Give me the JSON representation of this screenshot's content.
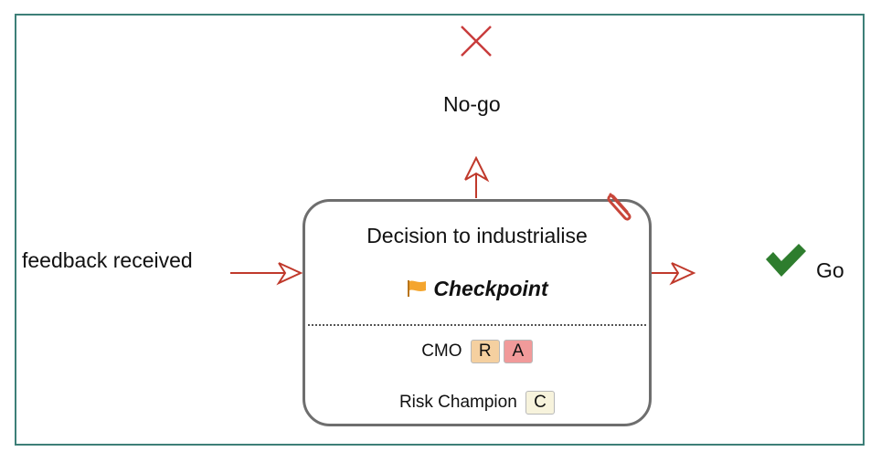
{
  "diagram": {
    "input_label": "feedback received",
    "nogo": {
      "label": "No-go",
      "icon": "cross-icon",
      "color": "#c83c3c"
    },
    "go": {
      "label": "Go",
      "icon": "check-icon",
      "color": "#2e7d2e"
    },
    "arrow_color": "#c0392b",
    "frame_color": "#3d7f78",
    "card": {
      "title": "Decision to industrialise",
      "type_label": "Checkpoint",
      "type_icon": "flag-icon",
      "attachment_icon": "paperclip-icon",
      "roles": [
        {
          "name": "CMO",
          "badges": [
            {
              "letter": "R",
              "color": "#f5d0a0"
            },
            {
              "letter": "A",
              "color": "#f19a9a"
            }
          ]
        },
        {
          "name": "Risk Champion",
          "badges": [
            {
              "letter": "C",
              "color": "#f7f3dc"
            }
          ]
        }
      ]
    }
  }
}
